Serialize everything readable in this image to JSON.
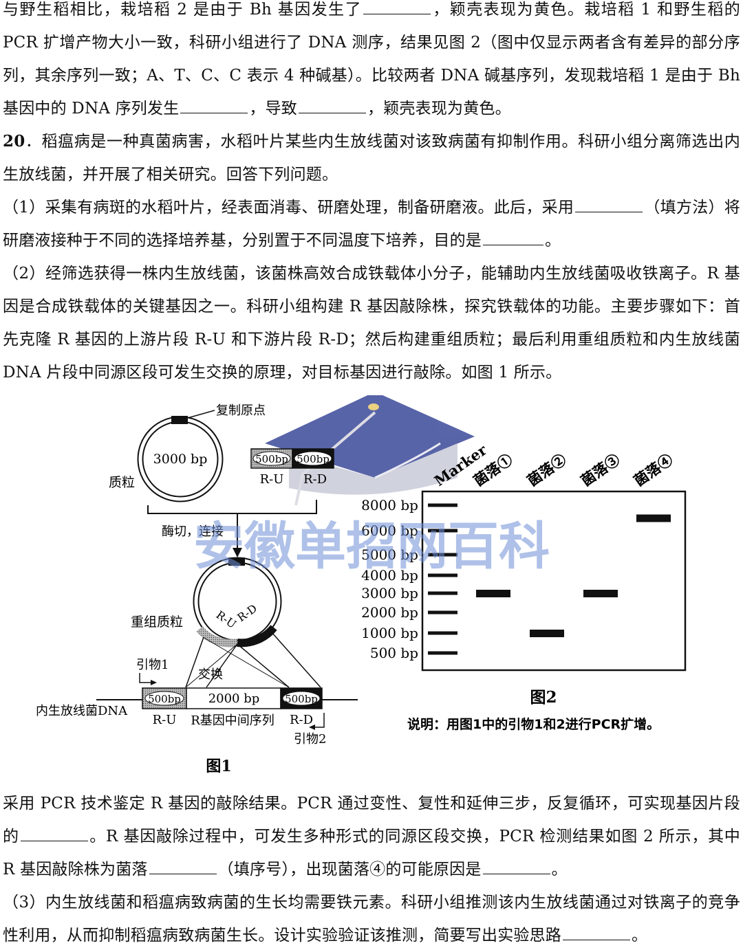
{
  "intro": {
    "seg1": "与野生稻相比，栽培稻 2 是由于 Bh 基因发生了",
    "seg2": "，颖壳表现为黄色。栽培稻 1 和野生稻的 PCR 扩增产物大小一致，科研小组进行了 DNA 测序，结果见图 2（图中仅显示两者含有差异的部分序列，其余序列一致；A、T、C、C 表示 4 种碱基）。比较两者 DNA 碱基序列，发现栽培稻 1 是由于 Bh 基因中的 DNA 序列发生",
    "seg3": "，导致",
    "seg4": "，颖壳表现为黄色。"
  },
  "q20": {
    "number": "20",
    "stem": "．稻瘟病是一种真菌病害，水稻叶片某些内生放线菌对该致病菌有抑制作用。科研小组分离筛选出内生放线菌，并开展了相关研究。回答下列问题。",
    "p1_a": "（1）采集有病斑的水稻叶片，经表面消毒、研磨处理，制备研磨液。此后，采用",
    "p1_b": "（填方法）将研磨液接种于不同的选择培养基，分别置于不同温度下培养，目的是",
    "p1_c": "。",
    "p2": "（2）经筛选获得一株内生放线菌，该菌株高效合成铁载体小分子，能辅助内生放线菌吸收铁离子。R 基因是合成铁载体的关键基因之一。科研小组构建 R 基因敲除株，探究铁载体的功能。主要步骤如下：首先克隆 R 基因的上游片段 R-U 和下游片段 R-D；然后构建重组质粒；最后利用重组质粒和内生放线菌 DNA 片段中同源区段可发生交换的原理，对目标基因进行敲除。如图 1 所示。",
    "p2b_a": "采用 PCR 技术鉴定 R 基因的敲除结果。PCR 通过变性、复性和延伸三步，反复循环，可实现基因片段的",
    "p2b_b": "。R 基因敲除过程中，可发生多种形式的同源区段交换，PCR 检测结果如图 2 所示，其中 R 基因敲除株为菌落",
    "p2b_c": "（填序号），出现菌落④的可能原因是",
    "p2b_d": "。",
    "p3_a": "（3）内生放线菌和稻瘟病致病菌的生长均需要铁元素。科研小组推测该内生放线菌通过对铁离子的竞争性利用，从而抑制稻瘟病致病菌生长。设计实验验证该推测，简要写出实验思路",
    "p3_b": "。"
  },
  "fig1": {
    "origin_label": "复制原点",
    "plasmid_size": "3000 bp",
    "plasmid_label": "质粒",
    "frag_u_size": "500bp",
    "frag_d_size": "500bp",
    "frag_u_label": "R-U",
    "frag_d_label": "R-D",
    "step_label": "酶切，连接",
    "recomb_label": "重组质粒",
    "recomb_ru": "R-U",
    "recomb_rd": "R-D",
    "primer1": "引物1",
    "exchange": "交换",
    "dna_label": "内生放线菌DNA",
    "dna_u_size": "500bp",
    "dna_mid_size": "2000 bp",
    "dna_d_size": "500bp",
    "dna_u_label": "R-U",
    "dna_mid_label": "R基因中间序列",
    "dna_d_label": "R-D",
    "primer2": "引物2",
    "caption": "图1"
  },
  "fig2": {
    "lanes": [
      "Marker",
      "菌落①",
      "菌落②",
      "菌落③",
      "菌落④"
    ],
    "marker_labels": [
      "8000 bp",
      "6000 bp",
      "5000 bp",
      "4000 bp",
      "3000 bp",
      "2000 bp",
      "1000 bp",
      "500 bp"
    ],
    "bands_bp": [
      3000,
      1000,
      3000,
      7000
    ],
    "caption": "图2",
    "note": "说明：用图1中的引物1和2进行PCR扩增。"
  },
  "watermark": {
    "text": "安徽单招网百科"
  },
  "colors": {
    "ink": "#111111",
    "watermark_blue": "#6f8fd6",
    "cap_blue": "#3c4a9a"
  }
}
